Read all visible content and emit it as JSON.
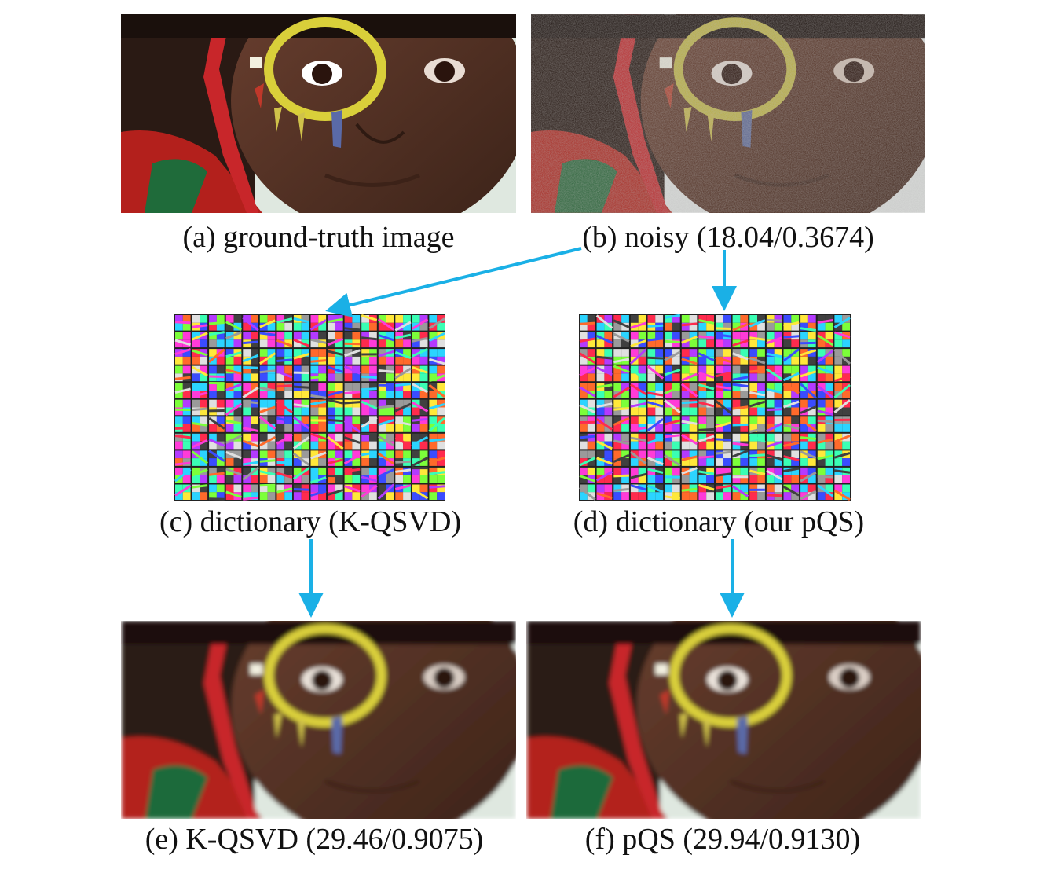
{
  "panels": {
    "a": {
      "caption": "(a) ground-truth image"
    },
    "b": {
      "caption": "(b) noisy (18.04/0.3674)"
    },
    "c": {
      "caption": "(c) dictionary (K-QSVD)"
    },
    "d": {
      "caption": "(d) dictionary (our pQS)"
    },
    "e": {
      "caption": "(e) K-QSVD (29.46/0.9075)"
    },
    "f": {
      "caption": "(f) pQS (29.94/0.9130)"
    }
  },
  "colors": {
    "arrow": "#1ab0e6",
    "caption": "#111111"
  }
}
